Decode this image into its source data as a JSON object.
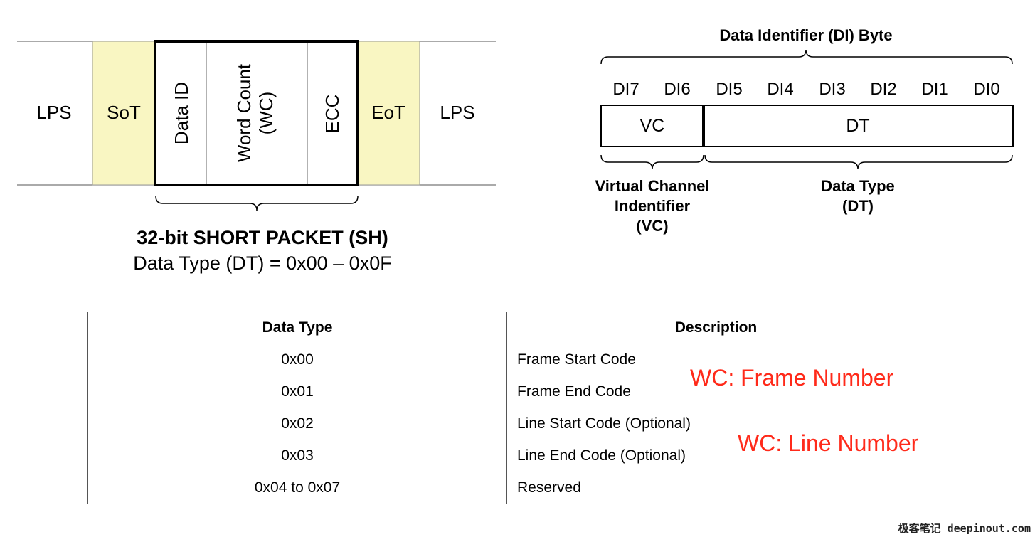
{
  "short_packet": {
    "lps_left": "LPS",
    "sot": "SoT",
    "data_id": "Data ID",
    "word_count_line1": "Word Count",
    "word_count_line2": "(WC)",
    "ecc": "ECC",
    "eot": "EoT",
    "lps_right": "LPS",
    "caption_title": "32-bit SHORT PACKET (SH)",
    "caption_sub": "Data Type (DT) = 0x00 – 0x0F",
    "highlight_color": "#f9f6c2"
  },
  "di_byte": {
    "title": "Data Identifier (DI) Byte",
    "bits": [
      "DI7",
      "DI6",
      "DI5",
      "DI4",
      "DI3",
      "DI2",
      "DI1",
      "DI0"
    ],
    "vc_label": "VC",
    "dt_label": "DT",
    "vc_caption": [
      "Virtual Channel",
      "Indentifier",
      "(VC)"
    ],
    "dt_caption": [
      "Data Type",
      "(DT)"
    ]
  },
  "table": {
    "headers": [
      "Data Type",
      "Description"
    ],
    "rows": [
      [
        "0x00",
        "Frame Start Code"
      ],
      [
        "0x01",
        "Frame End Code"
      ],
      [
        "0x02",
        "Line Start Code (Optional)"
      ],
      [
        "0x03",
        "Line End Code (Optional)"
      ],
      [
        "0x04 to 0x07",
        "Reserved"
      ]
    ]
  },
  "annotations": {
    "frame": "WC: Frame Number",
    "line": "WC: Line Number",
    "color": "#ff2a1a"
  },
  "watermark": "极客笔记 deepinout.com"
}
